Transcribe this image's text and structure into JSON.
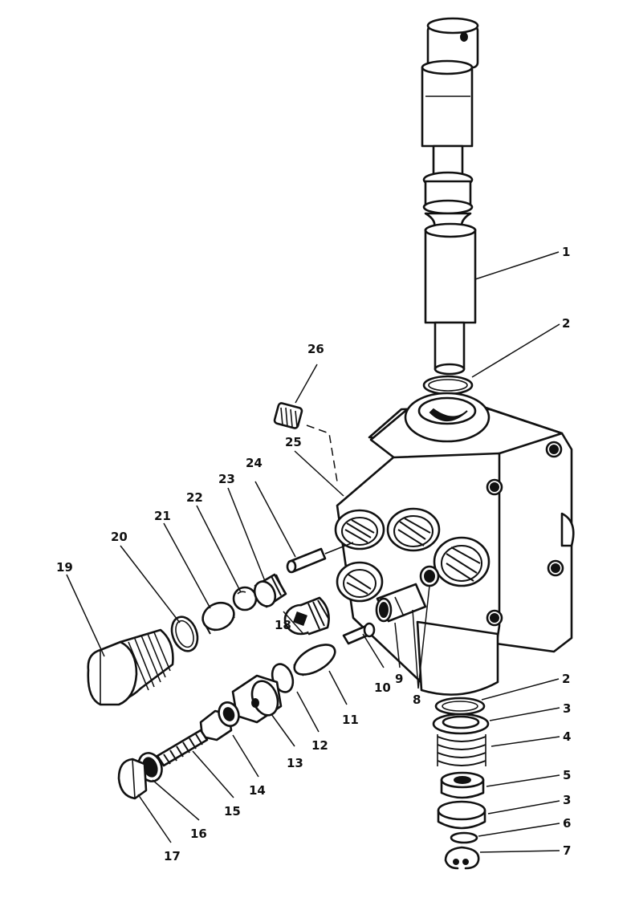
{
  "callouts": [
    {
      "id": "1",
      "text": "1"
    },
    {
      "id": "2a",
      "text": "2"
    },
    {
      "id": "2b",
      "text": "2"
    },
    {
      "id": "3a",
      "text": "3"
    },
    {
      "id": "3b",
      "text": "3"
    },
    {
      "id": "4",
      "text": "4"
    },
    {
      "id": "5",
      "text": "5"
    },
    {
      "id": "6",
      "text": "6"
    },
    {
      "id": "7",
      "text": "7"
    },
    {
      "id": "8",
      "text": "8"
    },
    {
      "id": "9",
      "text": "9"
    },
    {
      "id": "10",
      "text": "10"
    },
    {
      "id": "11",
      "text": "11"
    },
    {
      "id": "12",
      "text": "12"
    },
    {
      "id": "13",
      "text": "13"
    },
    {
      "id": "14",
      "text": "14"
    },
    {
      "id": "15",
      "text": "15"
    },
    {
      "id": "16",
      "text": "16"
    },
    {
      "id": "17",
      "text": "17"
    },
    {
      "id": "18",
      "text": "18"
    },
    {
      "id": "19",
      "text": "19"
    },
    {
      "id": "20",
      "text": "20"
    },
    {
      "id": "21",
      "text": "21"
    },
    {
      "id": "22",
      "text": "22"
    },
    {
      "id": "23",
      "text": "23"
    },
    {
      "id": "24",
      "text": "24"
    },
    {
      "id": "25",
      "text": "25"
    },
    {
      "id": "26",
      "text": "26"
    }
  ]
}
